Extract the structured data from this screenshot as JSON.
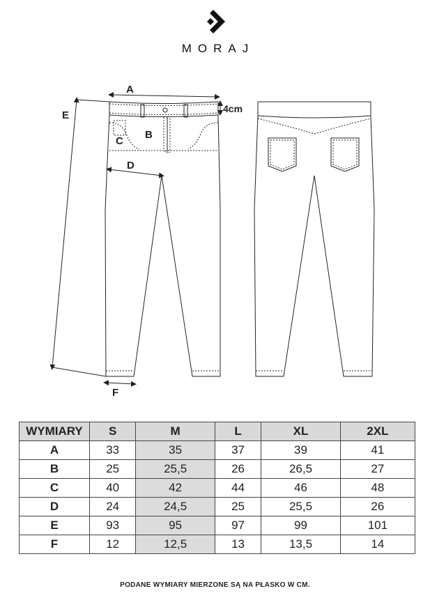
{
  "brand": {
    "name": "MORAJ"
  },
  "diagram": {
    "labels": {
      "a": "A",
      "b": "B",
      "c": "C",
      "d": "D",
      "e": "E",
      "f": "F",
      "waistband": "4cm"
    }
  },
  "table": {
    "header": [
      "WYMIARY",
      "S",
      "M",
      "L",
      "XL",
      "2XL"
    ],
    "highlight_column": "M",
    "highlight_color": "#dcdcdc",
    "rows": [
      {
        "label": "A",
        "values": [
          "33",
          "35",
          "37",
          "39",
          "41"
        ]
      },
      {
        "label": "B",
        "values": [
          "25",
          "25,5",
          "26",
          "26,5",
          "27"
        ]
      },
      {
        "label": "C",
        "values": [
          "40",
          "42",
          "44",
          "46",
          "48"
        ]
      },
      {
        "label": "D",
        "values": [
          "24",
          "24,5",
          "25",
          "25,5",
          "26"
        ]
      },
      {
        "label": "E",
        "values": [
          "93",
          "95",
          "97",
          "99",
          "101"
        ]
      },
      {
        "label": "F",
        "values": [
          "12",
          "12,5",
          "13",
          "13,5",
          "14"
        ]
      }
    ]
  },
  "footnote": "PODANE WYMIARY MIERZONE SĄ NA PŁASKO W CM."
}
